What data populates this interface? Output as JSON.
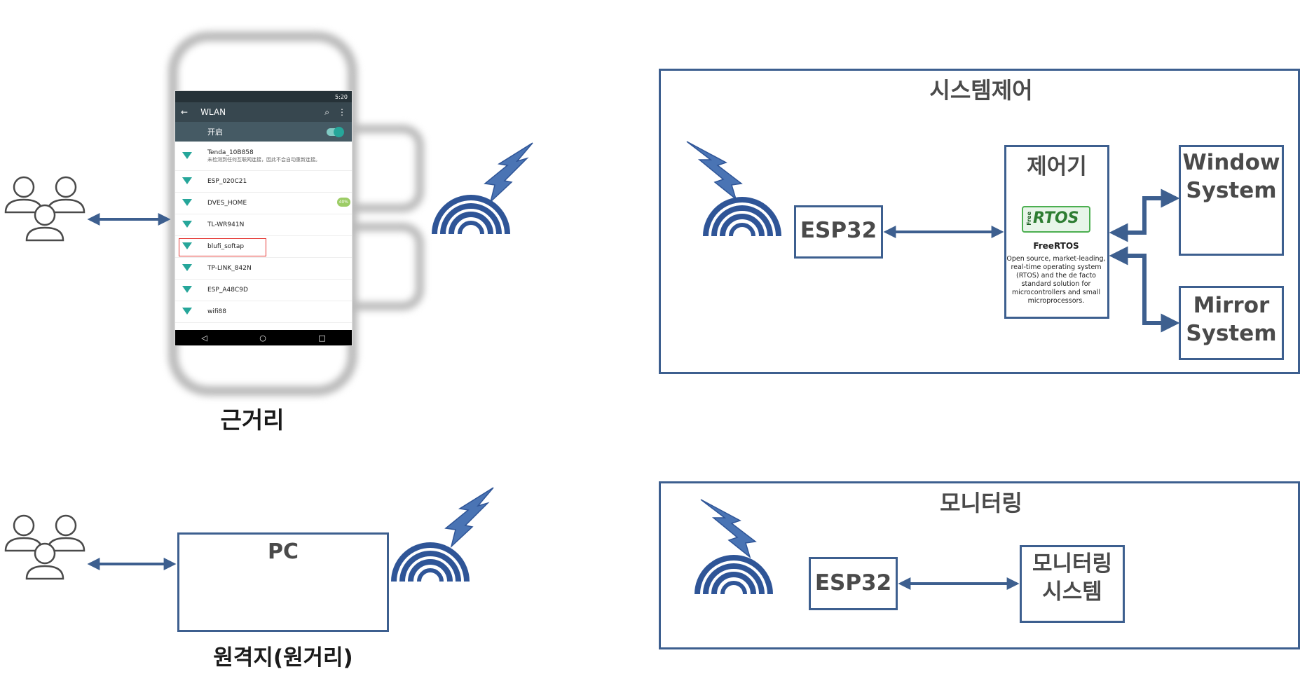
{
  "labels": {
    "near": "근거리",
    "remote": "원격지(원거리)",
    "pc": "PC",
    "system_control": "시스템제어",
    "monitoring": "모니터링",
    "esp32_top": "ESP32",
    "esp32_bottom": "ESP32",
    "controller": "제어기",
    "window_system": "Window System",
    "mirror_system": "Mirror System",
    "monitoring_system": "모니터링 시스템"
  },
  "freertos": {
    "logo_free": "Free",
    "logo_rtos": "RTOS",
    "name": "FreeRTOS",
    "description": "Open source, market-leading, real-time operating system (RTOS) and the de facto standard solution for microcontrollers and small microprocessors."
  },
  "phone": {
    "time": "5:20",
    "app_title": "WLAN",
    "toggle_label": "开启",
    "networks": [
      {
        "ssid": "Tenda_10B858",
        "detail": "未检测到任何互联网连接，因此不会自动重新连接。"
      },
      {
        "ssid": "ESP_020C21",
        "detail": ""
      },
      {
        "ssid": "DVES_HOME",
        "detail": ""
      },
      {
        "ssid": "TL-WR941N",
        "detail": ""
      },
      {
        "ssid": "blufi_softap",
        "detail": ""
      },
      {
        "ssid": "TP-LINK_842N",
        "detail": ""
      },
      {
        "ssid": "ESP_A48C9D",
        "detail": ""
      },
      {
        "ssid": "wifi88",
        "detail": ""
      }
    ],
    "badge": "40%",
    "nav": [
      "◁",
      "○",
      "□"
    ]
  },
  "colors": {
    "accent": "#3d5f8f",
    "lightning": "#4a74b4",
    "wifi_teal": "#26a69a"
  }
}
